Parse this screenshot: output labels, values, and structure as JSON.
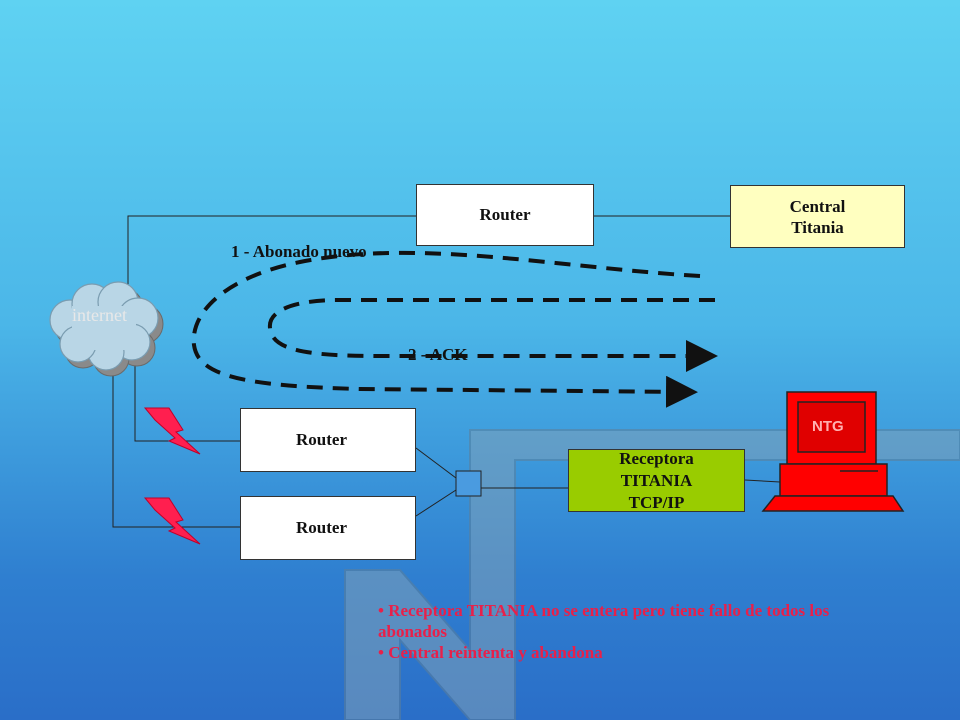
{
  "colors": {
    "background_top": "#5fd2f2",
    "background_bottom": "#2a6ec8",
    "router_fill": "#ffffff",
    "central_fill": "#ffffc0",
    "receptora_fill": "#99cc00",
    "computer_fill": "#ff0000",
    "lightning_fill": "#ff1f4f",
    "bullet_text": "#e8204a"
  },
  "nodes": {
    "internet_cloud": {
      "label": "internet"
    },
    "router_top": {
      "label": "Router"
    },
    "router_middle": {
      "label": "Router"
    },
    "router_bottom": {
      "label": "Router"
    },
    "central": {
      "line1": "Central",
      "line2": "Titania"
    },
    "receptora": {
      "line1": "Receptora",
      "line2": "TITANIA",
      "line3": "TCP/IP"
    },
    "computer": {
      "screen_label": "NTG",
      "icon": "computer-icon"
    }
  },
  "arrows": {
    "abonado_label": "1 - Abonado nuevo",
    "ack_label": "2 - ACK"
  },
  "bullets": [
    "Receptora TITANIA  no se entera pero tiene fallo de todos los abonados",
    "Central reintenta y abandona"
  ],
  "icons": {
    "lightning": "lightning-bolt-icon",
    "cloud": "cloud-icon",
    "logo": "letter-n-logo"
  }
}
